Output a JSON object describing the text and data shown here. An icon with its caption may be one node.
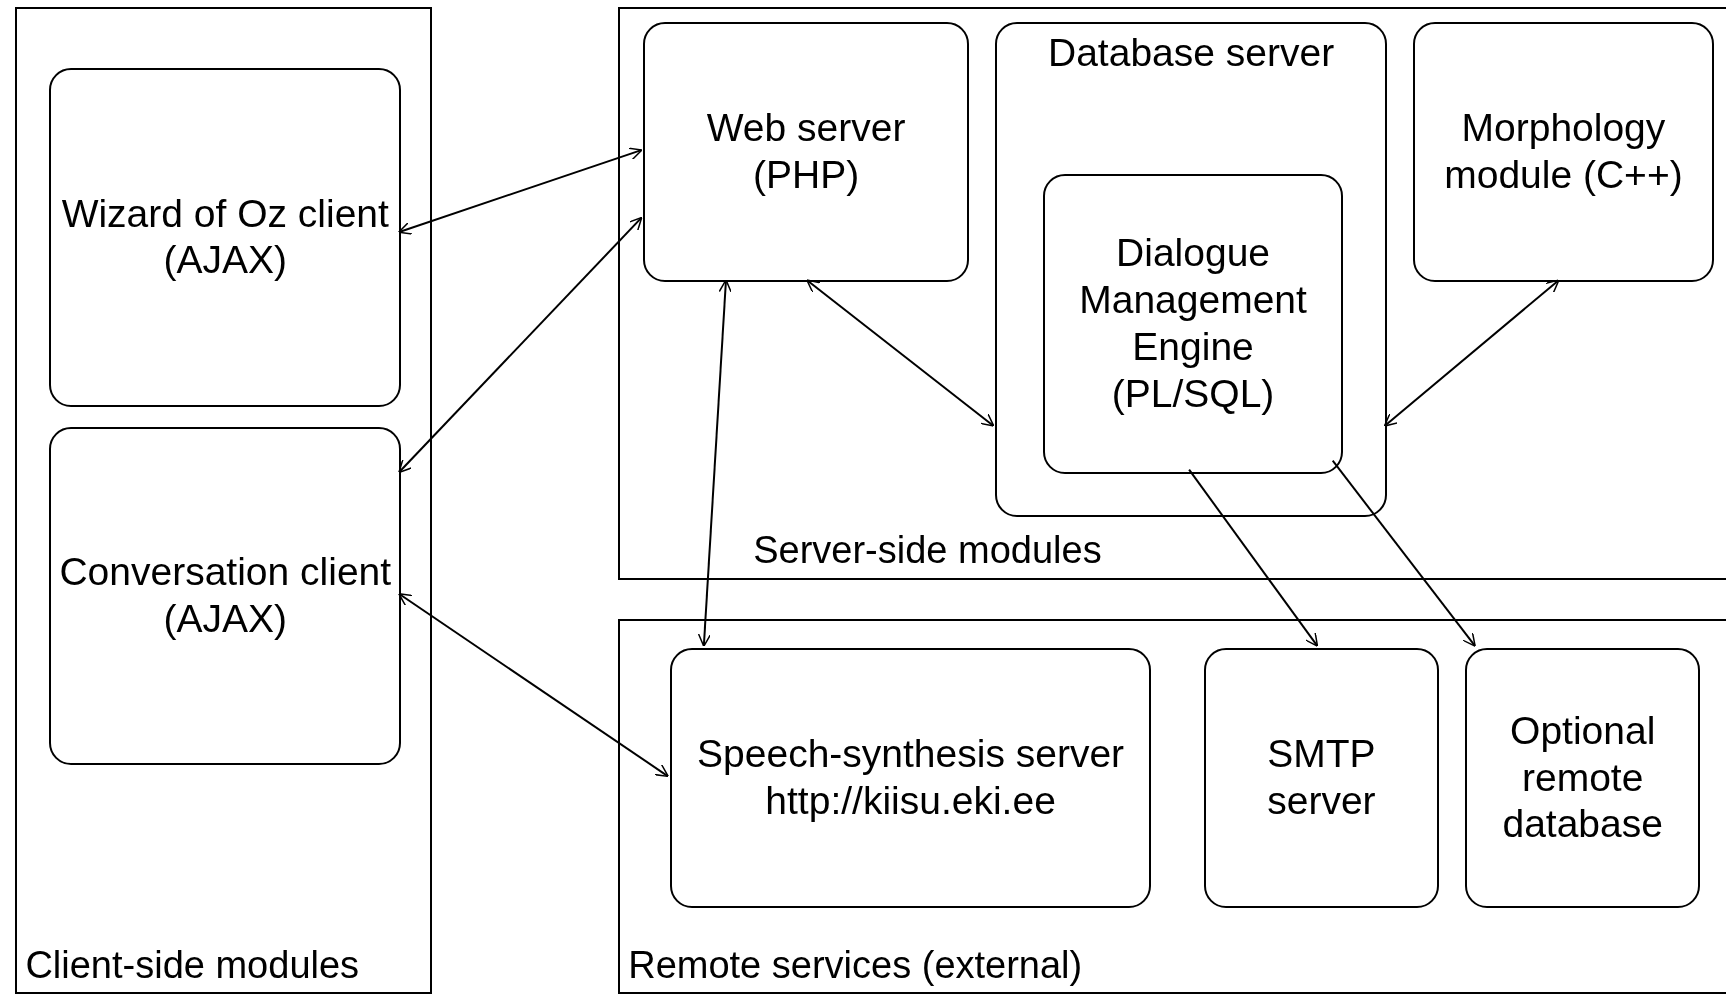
{
  "diagram": {
    "nodes": [
      {
        "text": [
          "Client-side modules"
        ]
      },
      {
        "text": [
          "Wizard of Oz client (AJAX)"
        ],
        "in": 0
      },
      {
        "text": [
          "Conversation client (AJAX)"
        ],
        "in": 0
      },
      {
        "text": [
          "Server-side modules"
        ]
      },
      {
        "text": [
          "Web server (PHP)"
        ],
        "in": 3
      },
      {
        "text": [
          "Database server"
        ],
        "in": 3
      },
      {
        "text": [
          "Dialogue Management Engine (PL/SQL)"
        ],
        "in": 5
      },
      {
        "text": [
          "Morphology module (C++)"
        ],
        "in": 3
      },
      {
        "text": [
          "Remote services (external)"
        ]
      },
      {
        "text": [
          "Speech-synthesis server http://kiisu.eki.ee"
        ],
        "in": 8
      },
      {
        "text": [
          "SMTP server"
        ],
        "in": 8
      },
      {
        "text": [
          "Optional remote database"
        ],
        "in": 8
      }
    ],
    "edges": [
      {
        "from": 1,
        "to": 4,
        "arrow": "both"
      },
      {
        "from": 2,
        "to": 4,
        "arrow": "both"
      },
      {
        "from": 4,
        "to": 9,
        "arrow": "both"
      },
      {
        "from": 4,
        "to": 5,
        "arrow": "both"
      },
      {
        "from": 7,
        "to": 5,
        "arrow": "both"
      },
      {
        "from": 2,
        "to": 9,
        "arrow": "both"
      },
      {
        "from": 6,
        "to": 10,
        "arrow": "to"
      },
      {
        "from": 6,
        "to": 11,
        "arrow": "to"
      }
    ]
  }
}
